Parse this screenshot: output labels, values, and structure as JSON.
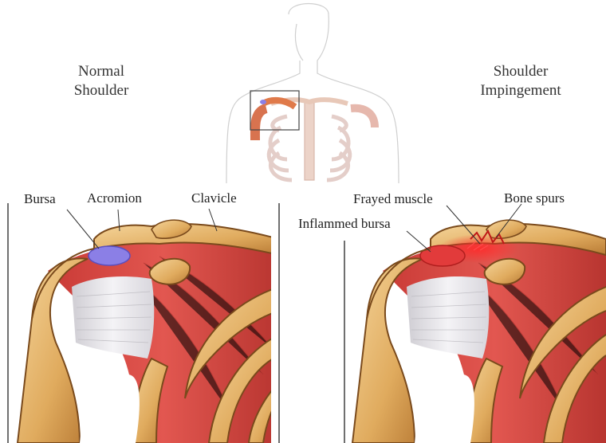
{
  "titles": {
    "left_line1": "Normal",
    "left_line2": "Shoulder",
    "right_line1": "Shoulder",
    "right_line2": "Impingement"
  },
  "labels": {
    "bursa": "Bursa",
    "acromion": "Acromion",
    "clavicle": "Clavicle",
    "frayed_muscle": "Frayed muscle",
    "bone_spurs": "Bone spurs",
    "inflamed_bursa": "Inflammed bursa"
  },
  "colors": {
    "bone": "#e3b46a",
    "bone_outline": "#7a4a1c",
    "muscle": "#d64a43",
    "tendon": "#e8e6ea",
    "bursa_normal": "#8b7fe6",
    "bursa_inflamed": "#e23b3b"
  }
}
